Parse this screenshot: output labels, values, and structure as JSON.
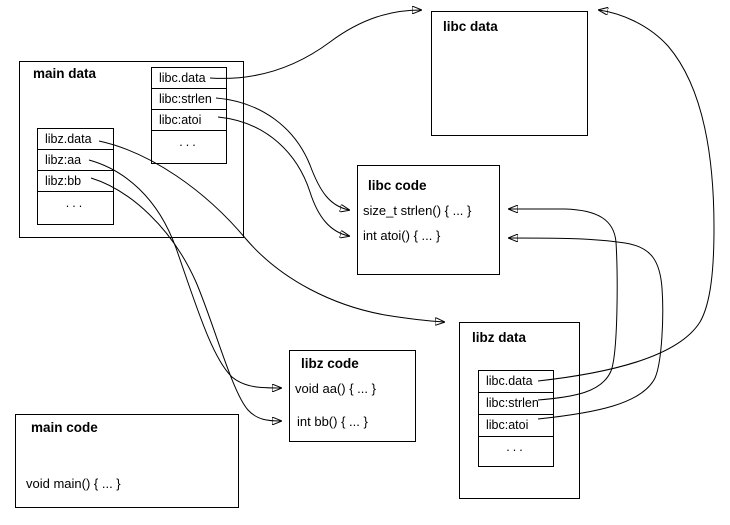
{
  "diagram": {
    "boxes": {
      "main_data": {
        "title": "main data"
      },
      "libc_data": {
        "title": "libc data"
      },
      "libc_code": {
        "title": "libc code",
        "line1": "size_t strlen() { ... }",
        "line2": "int atoi() { ... }"
      },
      "libz_data": {
        "title": "libz data"
      },
      "libz_code": {
        "title": "libz code",
        "line1": "void aa() { ... }",
        "line2": "int bb() { ... }"
      },
      "main_code": {
        "title": "main code",
        "line1": "void main() { ... }"
      }
    },
    "got_tables": {
      "main_libc_got": {
        "rows": [
          "libc.data",
          "libc:strlen",
          "libc:atoi",
          "..."
        ]
      },
      "main_libz_got": {
        "rows": [
          "libz.data",
          "libz:aa",
          "libz:bb",
          "..."
        ]
      },
      "libz_libc_got": {
        "rows": [
          "libc.data",
          "libc:strlen",
          "libc:atoi",
          "..."
        ]
      }
    },
    "edges": [
      {
        "from": "main data: libc.data",
        "to": "libc data (top-left)"
      },
      {
        "from": "main data: libc:strlen",
        "to": "libc code: size_t strlen()"
      },
      {
        "from": "main data: libc:atoi",
        "to": "libc code: int atoi()"
      },
      {
        "from": "main data: libz.data",
        "to": "libz data (top-left)"
      },
      {
        "from": "main data: libz:aa",
        "to": "libz code: void aa()"
      },
      {
        "from": "main data: libz:bb",
        "to": "libz code: int bb()"
      },
      {
        "from": "libz data: libc.data",
        "to": "libc data (top-right)"
      },
      {
        "from": "libz data: libc:strlen",
        "to": "libc code: size_t strlen()"
      },
      {
        "from": "libz data: libc:atoi",
        "to": "libc code: int atoi()"
      }
    ],
    "colors": {
      "line": "#000000",
      "background": "#ffffff"
    }
  }
}
